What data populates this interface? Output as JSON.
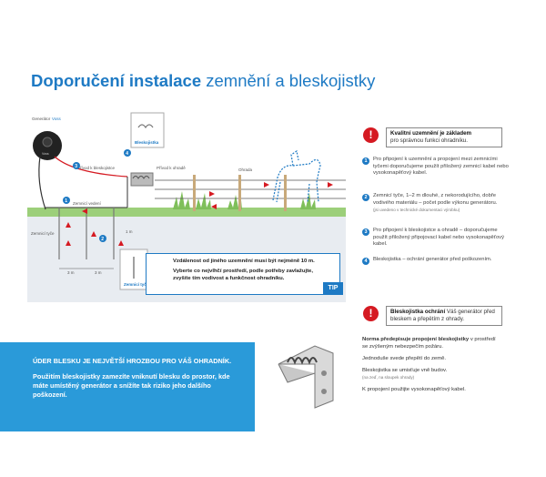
{
  "title": {
    "bold": "Doporučení instalace",
    "rest": " zemnění a bleskojistky"
  },
  "diagram": {
    "generator_label": "Generátor",
    "generator_brand": "Voss",
    "generator_logo": "Voss",
    "lightning_box_label": "Bleskojistka",
    "ground_wire_label": "Zemnicí vedení",
    "connection_generator_label": "Přívod k bleskojistce",
    "connection_fence_label": "Přívod k ohradě",
    "fence_label": "Ohrada",
    "ground_rods_label": "Zemnicí tyče",
    "distance1": "3 m",
    "distance2": "3 m",
    "distance3": "1 m",
    "ground_rod_box_label": "Zemnicí tyč",
    "tip_text": "Vzdálenost od jiného uzemnění musí být nejméně 10 m.",
    "tip_text2": "Vyberte co nejvlhčí prostředí, podle potřeby zavlažujte, zvyšíte tím vodivost a funkčnost ohradníku.",
    "tip_label": "TIP"
  },
  "right_panel": {
    "warn1_bold": "Kvalitní uzemnění je základem",
    "warn1_rest": "pro správnou funkci ohradníku.",
    "steps": [
      {
        "n": "1",
        "text": "Pro připojení k uzemnění a propojení mezi zemnicími tyčemi doporučujeme použít přiložený zemnicí kabel nebo vysokonapěťový kabel.",
        "sub": ""
      },
      {
        "n": "2",
        "text": "Zemnicí tyče, 1–2 m dlouhé, z nekorodujícího, dobře vodivého materiálu – počet podle výkonu generátoru.",
        "sub": "(jsi uvedeno v technické dokumentaci výrobku)"
      },
      {
        "n": "3",
        "text": "Pro připojení k bleskojistce a ohradě – doporučujeme použít přiložený připojovací kabel nebo vysokonapěťový kabel.",
        "sub": ""
      },
      {
        "n": "4",
        "text": "Bleskojistka – ochrání generátor před poškozením.",
        "sub": ""
      }
    ],
    "warn2_bold": "Bleskojistka ochrání",
    "warn2_rest": " Váš generátor před bleskem a přepětím z ohrady.",
    "notes": [
      {
        "bold": "Norma předepisuje propojení bleskojistky",
        "rest": " v prostředí se zvýšeným nebezpečím požáru.",
        "sub": ""
      },
      {
        "bold": "",
        "rest": "Jednoduše svede přepětí do země.",
        "sub": ""
      },
      {
        "bold": "",
        "rest": "Bleskojistka se umisťuje vně budov.",
        "sub": "(na zeď, na sloupek ohrady)"
      },
      {
        "bold": "",
        "rest": "K propojení použijte vysokonapěťový kabel.",
        "sub": ""
      }
    ]
  },
  "band": {
    "heading": "ÚDER BLESKU JE NEJVĚTŠÍ HROZBOU PRO VÁŠ OHRADNÍK.",
    "body": "Použitím bleskojistky zamezíte vniknutí blesku do prostor, kde máte umístěný generátor a snížíte tak riziko jeho dalšího poškození."
  },
  "colors": {
    "accent": "#1e7ac4",
    "red": "#d51a22",
    "band": "#2a9ad9",
    "grass": "#8cc56a"
  }
}
